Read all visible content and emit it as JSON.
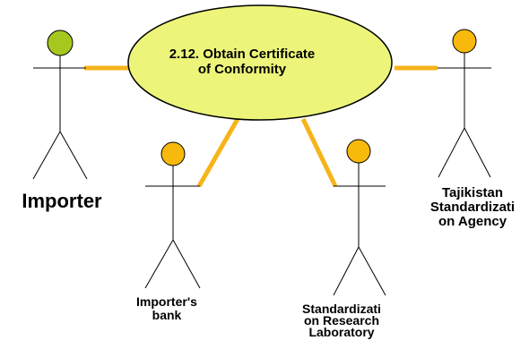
{
  "use_case": {
    "lines": [
      "2.12. Obtain Certificate",
      "of Conformity"
    ],
    "fill": "#ecf57a"
  },
  "actors": {
    "importer": {
      "lines": [
        "Importer"
      ],
      "head_color": "#a6c81e"
    },
    "bank": {
      "lines": [
        "Importer's",
        "bank"
      ],
      "head_color": "#f7b90c"
    },
    "lab": {
      "lines": [
        "Standardizati",
        "on Research",
        "Laboratory"
      ],
      "head_color": "#f7b90c"
    },
    "agency": {
      "lines": [
        "Tajikistan",
        "Standardizati",
        "on Agency"
      ],
      "head_color": "#f7b90c"
    }
  },
  "colors": {
    "association": "#f6b41a",
    "outline": "#000000"
  }
}
